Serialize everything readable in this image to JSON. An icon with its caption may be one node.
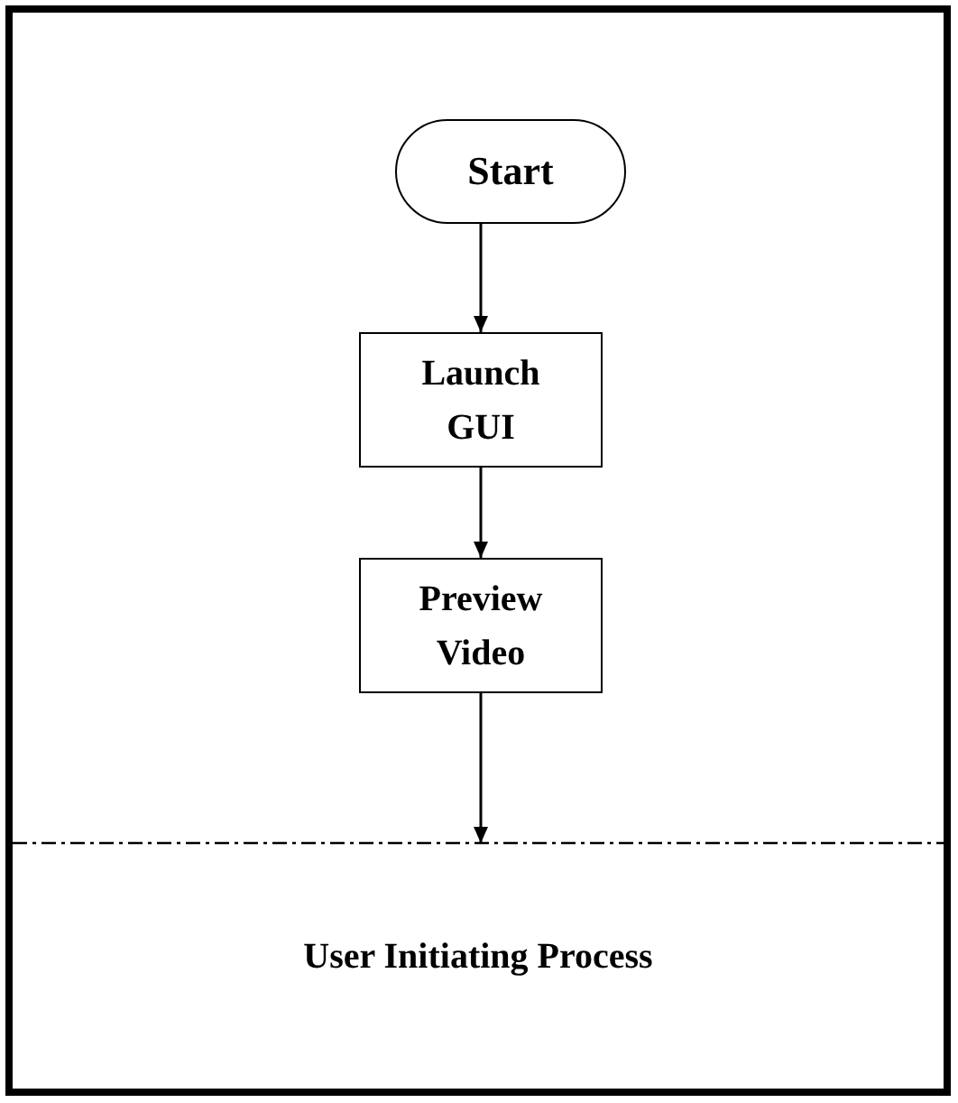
{
  "diagram": {
    "nodes": [
      {
        "text": [
          "Start"
        ]
      },
      {
        "text": [
          "Launch GUI"
        ]
      },
      {
        "text": [
          "Preview Video"
        ]
      },
      {
        "text": [
          "User Initiating Process"
        ]
      }
    ],
    "edges": [
      {
        "from": 0,
        "to": 1,
        "arrow": "to"
      },
      {
        "from": 1,
        "to": 2,
        "arrow": "to"
      },
      {
        "from": 2,
        "to": 3,
        "arrow": "to"
      }
    ]
  }
}
